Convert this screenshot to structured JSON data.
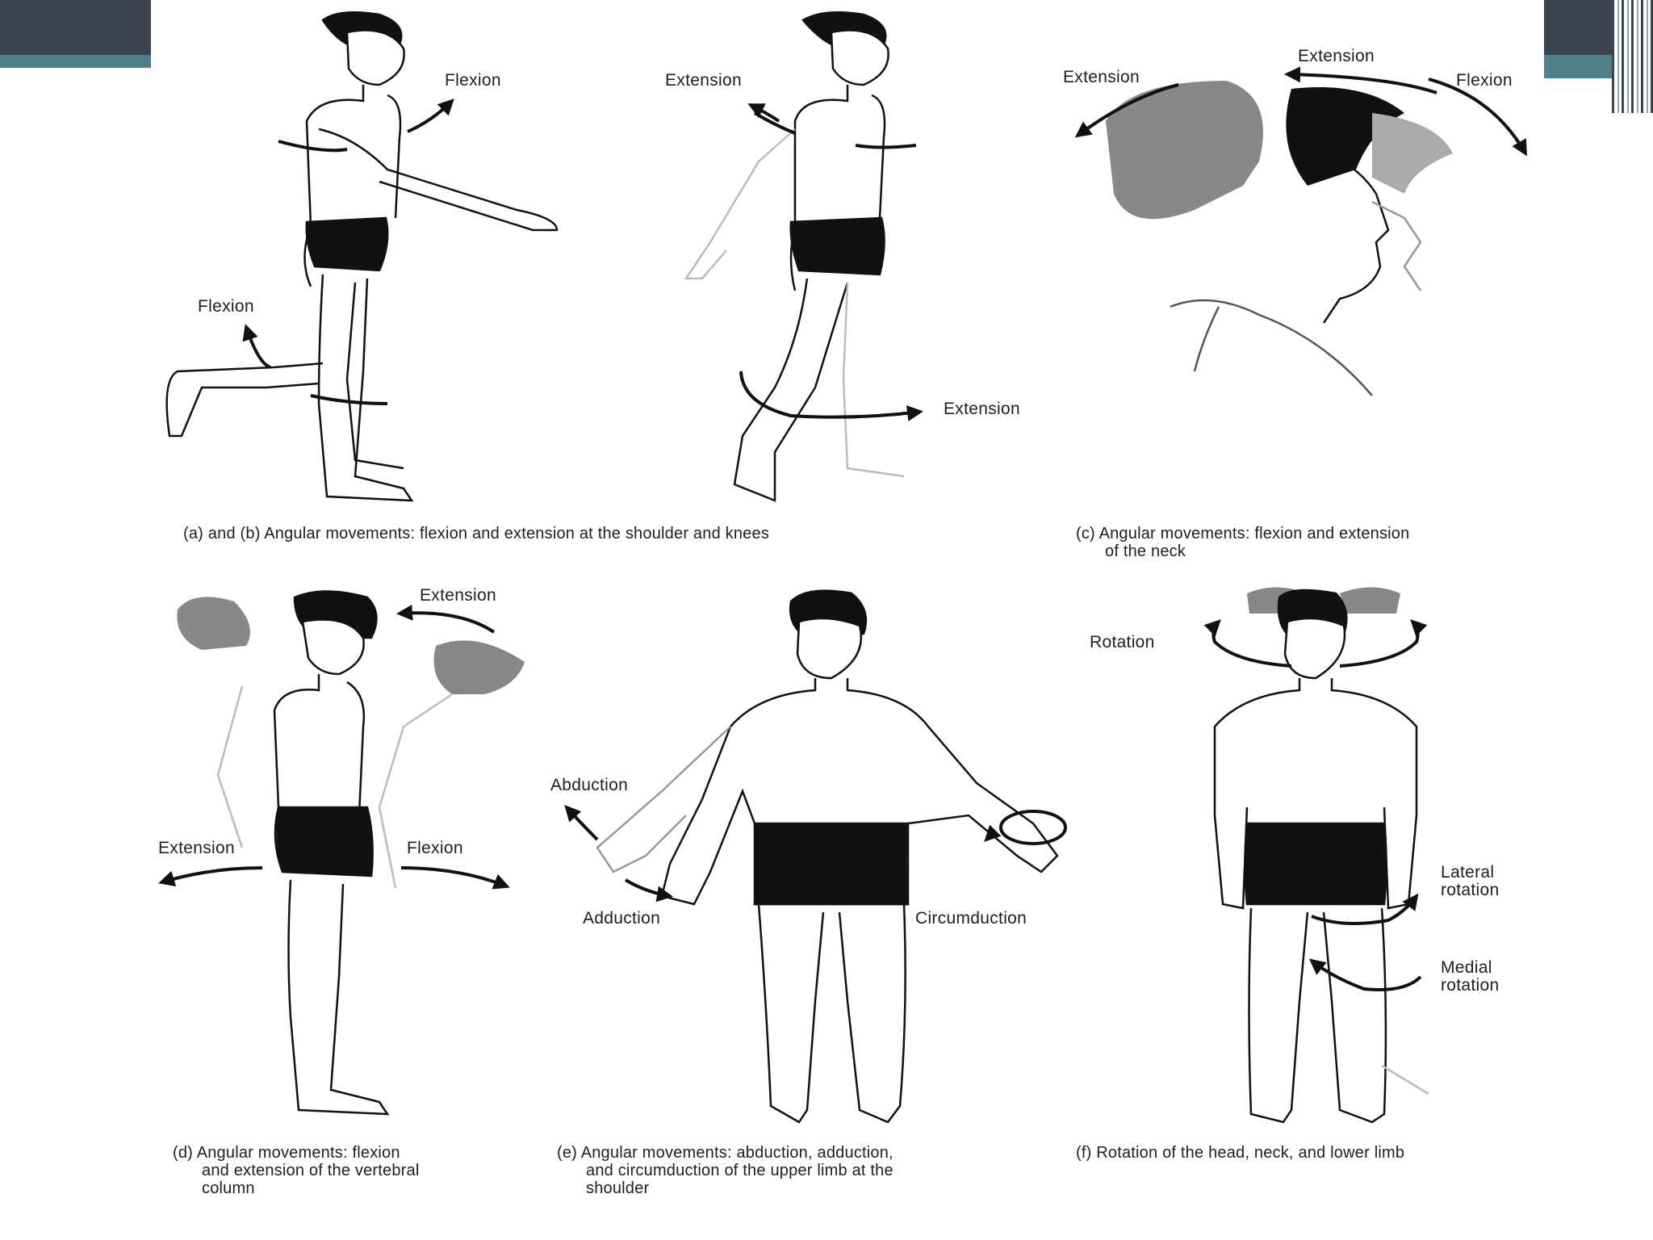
{
  "corner_colors": {
    "dark": "#3d434f",
    "teal": "#4e8089"
  },
  "labels": {
    "a_flexion": "Flexion",
    "a_leg_flexion": "Flexion",
    "b_extension": "Extension",
    "b_leg_extension": "Extension",
    "c_extension_left": "Extension",
    "c_extension_top": "Extension",
    "c_flexion": "Flexion",
    "d_extension_top": "Extension",
    "d_extension": "Extension",
    "d_flexion": "Flexion",
    "e_abduction": "Abduction",
    "e_adduction": "Adduction",
    "e_circumduction": "Circumduction",
    "f_rotation": "Rotation",
    "f_lateral_1": "Lateral",
    "f_lateral_2": "rotation",
    "f_medial_1": "Medial",
    "f_medial_2": "rotation"
  },
  "captions": {
    "ab": {
      "line1": "(a) and (b) Angular movements: flexion and extension at the shoulder and knees"
    },
    "c": {
      "line1": "(c) Angular movements: flexion and extension",
      "line2": "of the neck"
    },
    "d": {
      "line1": "(d) Angular movements: flexion",
      "line2": "and extension of the vertebral",
      "line3": "column"
    },
    "e": {
      "line1": "(e) Angular movements: abduction, adduction,",
      "line2": "and circumduction of the upper limb at the",
      "line3": "shoulder"
    },
    "f": {
      "line1": "(f) Rotation of the head, neck, and lower limb"
    }
  }
}
